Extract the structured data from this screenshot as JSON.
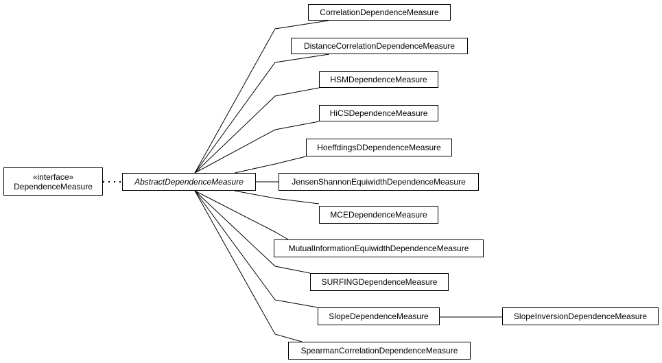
{
  "interface": {
    "stereotype": "«interface»",
    "name": "DependenceMeasure"
  },
  "abstract_class": {
    "name": "AbstractDependenceMeasure"
  },
  "subclasses": [
    "CorrelationDependenceMeasure",
    "DistanceCorrelationDependenceMeasure",
    "HSMDependenceMeasure",
    "HiCSDependenceMeasure",
    "HoeffdingsDDependenceMeasure",
    "JensenShannonEquiwidthDependenceMeasure",
    "MCEDependenceMeasure",
    "MutualInformationEquiwidthDependenceMeasure",
    "SURFINGDependenceMeasure",
    "SlopeDependenceMeasure",
    "SpearmanCorrelationDependenceMeasure"
  ],
  "sub_subclass": {
    "name": "SlopeInversionDependenceMeasure"
  },
  "colors": {
    "line": "#000000",
    "box_border": "#000000",
    "box_fill": "#ffffff",
    "text": "#000000"
  }
}
